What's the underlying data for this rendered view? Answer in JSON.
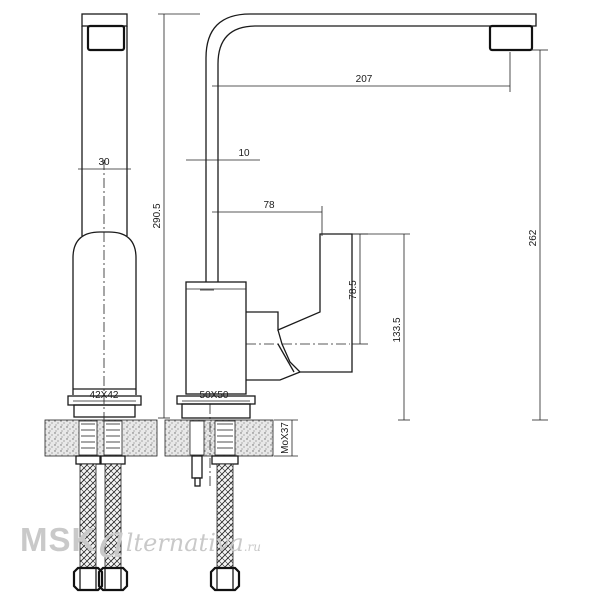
{
  "dimensions": {
    "spout_reach": "207",
    "side_width": "30",
    "total_height": "290.5",
    "spout_offset": "10",
    "handle_reach": "78",
    "handle_height": "78.5",
    "handle_base_height": "133.5",
    "outlet_height": "262",
    "side_base": "42X42",
    "front_base": "50X50",
    "thread": "MoX37"
  },
  "watermark": {
    "main": "MSK",
    "a": "a",
    "rest": "lternativa",
    "tld": ".ru"
  }
}
